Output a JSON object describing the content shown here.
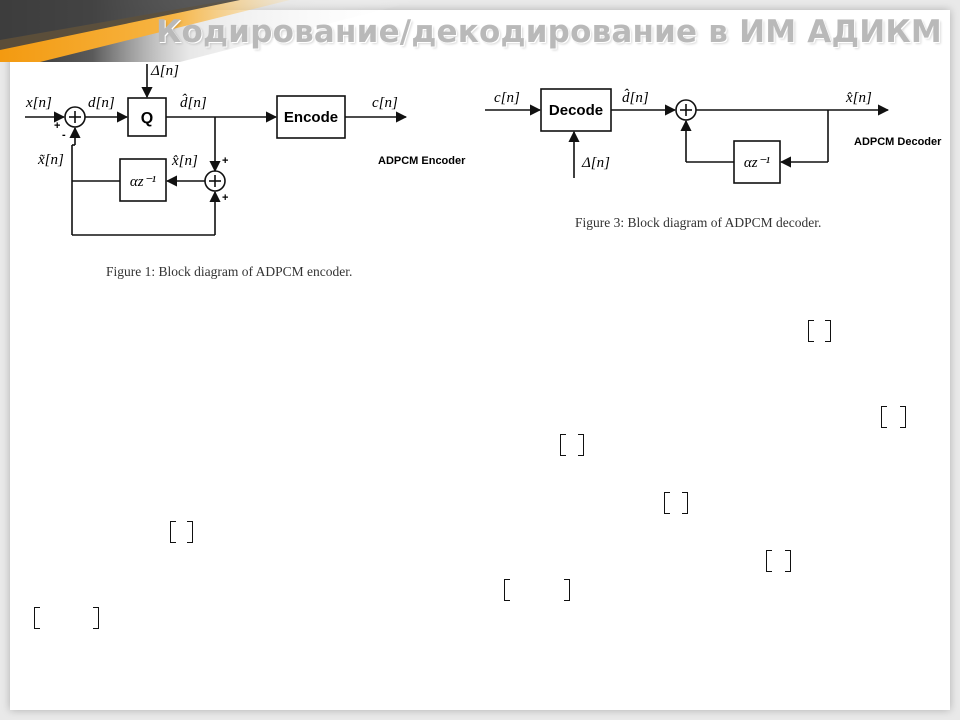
{
  "title": "Кодирование/декодирование в ИМ АДИКМ",
  "encoder": {
    "label": "ADPCM Encoder",
    "caption": "Figure 1: Block diagram of ADPCM encoder.",
    "blocks": {
      "q": "Q",
      "encode": "Encode",
      "delay": "αz⁻¹"
    },
    "signals": {
      "x": "x[n]",
      "d": "d[n]",
      "delta": "Δ[n]",
      "dhat": "d̂[n]",
      "c": "c[n]",
      "xtilde": "x̃[n]",
      "xhat": "x̂[n]"
    },
    "signs": {
      "plus1": "+",
      "minus1": "-",
      "plus2": "+",
      "plus3": "+"
    }
  },
  "decoder": {
    "label": "ADPCM Decoder",
    "caption": "Figure 3: Block diagram of ADPCM decoder.",
    "blocks": {
      "decode": "Decode",
      "delay": "αz⁻¹"
    },
    "signals": {
      "c": "c[n]",
      "dhat": "d̂[n]",
      "xhat": "x̂[n]",
      "delta": "Δ[n]"
    }
  },
  "colors": {
    "accent_orange": "#f5a21b",
    "accent_dark": "#3a3a3a",
    "title_gray": "#b9b9b9"
  }
}
